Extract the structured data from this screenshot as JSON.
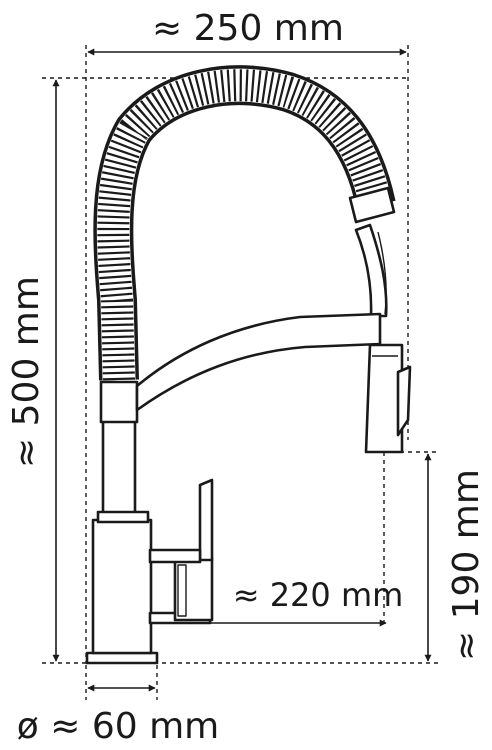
{
  "diagram": {
    "dimensions": {
      "width": "≈ 250 mm",
      "height": "≈ 500 mm",
      "spout_reach": "≈ 220 mm",
      "spout_height": "≈ 190 mm",
      "base_diameter": "ø ≈ 60 mm"
    },
    "colors": {
      "line": "#1a1a1a",
      "background": "#ffffff"
    }
  }
}
